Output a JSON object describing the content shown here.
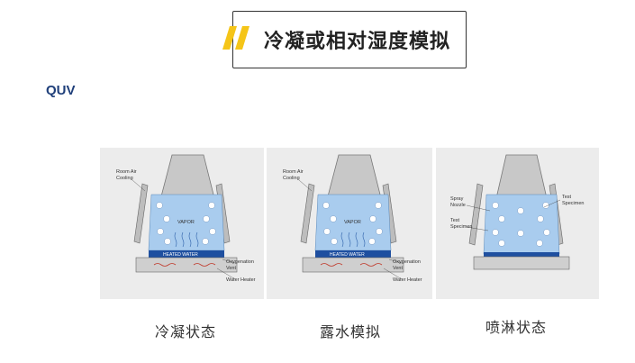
{
  "header": {
    "title": "冷凝或相对湿度模拟",
    "accent_color": "#f5c518"
  },
  "section": {
    "label": "QUV"
  },
  "panels": [
    {
      "caption": "冷凝状态",
      "labels": {
        "room_air": "Room Air",
        "cooling": "Cooling",
        "vapor": "VAPOR",
        "heated_water": "HEATED WATER",
        "oxygenation": "Oxygenation",
        "vent": "Vent",
        "water_heater": "Water Heater"
      }
    },
    {
      "caption": "露水模拟",
      "labels": {
        "room_air": "Room Air",
        "cooling": "Cooling",
        "vapor": "VAPOR",
        "heated_water": "HEATED WATER",
        "oxygenation": "Oxygenation",
        "vent": "Vent",
        "water_heater": "Water Heater"
      }
    },
    {
      "caption": "喷淋状态",
      "labels": {
        "spray": "Spray",
        "nozzle": "Nozzle",
        "test1": "Test",
        "specimen1": "Specimen",
        "test2": "Test",
        "specimen2": "Specimen"
      }
    }
  ]
}
